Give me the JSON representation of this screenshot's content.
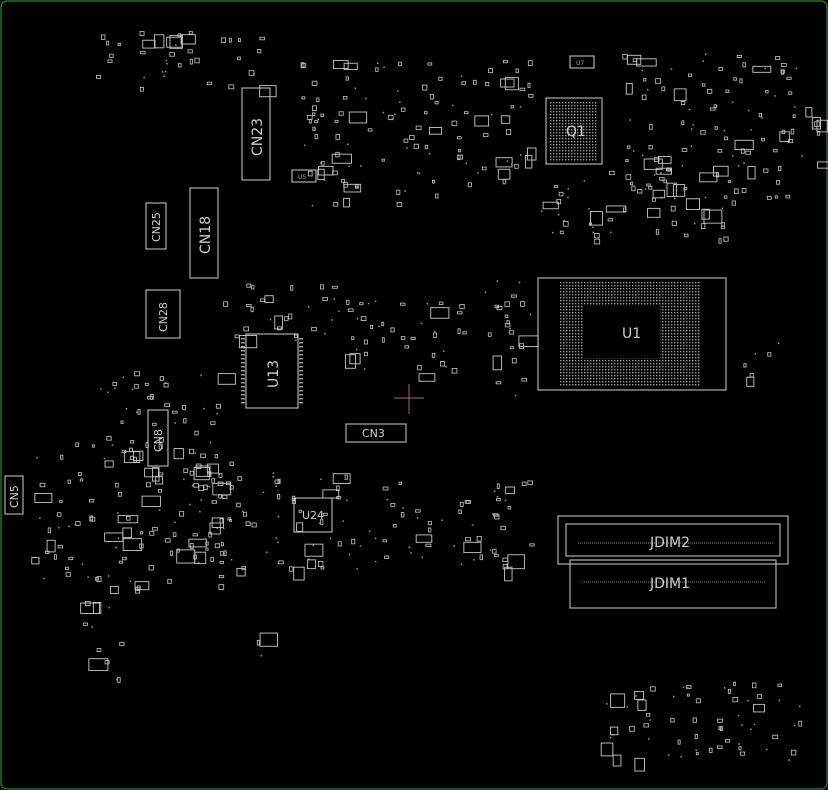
{
  "board": {
    "outline_color": "#2a8a2a",
    "silk_color": "#d0d0d0",
    "background": "#000000"
  },
  "components": {
    "cn23": "CN23",
    "cn18": "CN18",
    "cn25": "CN25",
    "cn28": "CN28",
    "cn3": "CN3",
    "cn8": "CN8",
    "cn5": "CN5",
    "u13": "U13",
    "u24": "U24",
    "u1": "U1",
    "u5": "U5",
    "u7": "U7",
    "q1": "Q1",
    "jdim2": "JDIM2",
    "jdim1": "JDIM1"
  }
}
